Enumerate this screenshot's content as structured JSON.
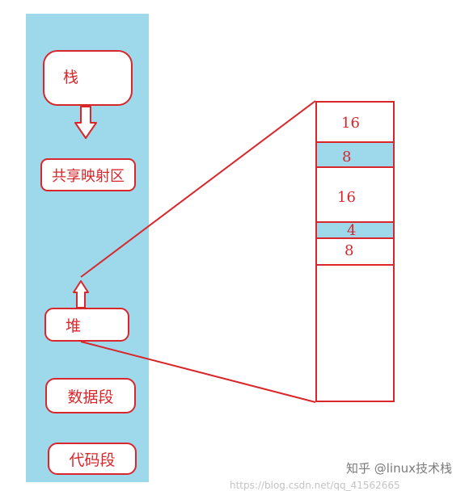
{
  "memory_regions": {
    "stack": "栈",
    "mmap": "共享映射区",
    "heap": "堆",
    "data_segment": "数据段",
    "code_segment": "代码段"
  },
  "heap_blocks": [
    "16",
    "8",
    "16",
    "4",
    "8"
  ],
  "watermark": {
    "text": "知乎 @linux技术栈",
    "url": "https://blog.csdn.net/qq_41562665"
  },
  "colors": {
    "background_column": "#9dd9eb",
    "stroke": "#d9262b",
    "text": "#d9262b",
    "highlight": "#9dd9eb"
  }
}
